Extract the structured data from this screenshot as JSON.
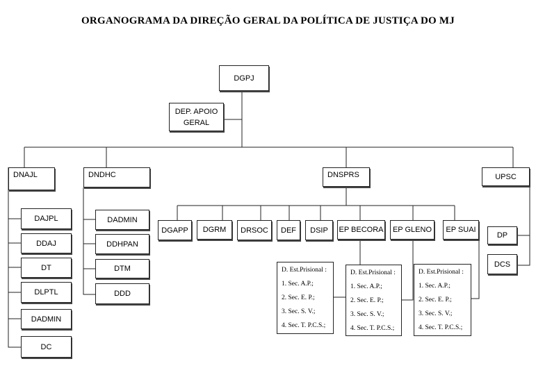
{
  "title": "ORGANOGRAMA DA DIREÇÃO GERAL DA POLÍTICA DE JUSTIÇA DO MJ",
  "root": "DGPJ",
  "support": "DEP. APOIO\nGERAL",
  "branches": {
    "dnajl": "DNAJL",
    "dndhc": "DNDHC",
    "dnsprs": "DNSPRS",
    "upsc": "UPSC"
  },
  "dnajl_units": [
    "DAJPL",
    "DDAJ",
    "DT",
    "DLPTL",
    "DADMIN",
    "DC"
  ],
  "dndhc_units": [
    "DADMIN",
    "DDHPAN",
    "DTM",
    "DDD"
  ],
  "dnsprs_units": [
    "DGAPP",
    "DGRM",
    "DRSOC",
    "DEF",
    "DSIP",
    "EP BECORA",
    "EP GLENO",
    "EP SUAI"
  ],
  "upsc_units": [
    "DP",
    "DCS"
  ],
  "prison_detail": {
    "heading": "D. Est.Prisional :",
    "items": [
      "1. Sec. A.P.;",
      "2. Sec. E. P.;",
      "3. Sec. S. V.;",
      "4. Sec. T. P.C.S.;"
    ]
  }
}
